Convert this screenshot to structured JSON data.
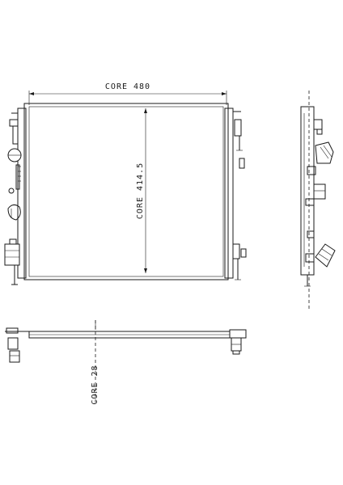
{
  "dimensions": {
    "core_width": "CORE 480",
    "core_height": "CORE 414.5",
    "core_depth": "CORE 28"
  }
}
